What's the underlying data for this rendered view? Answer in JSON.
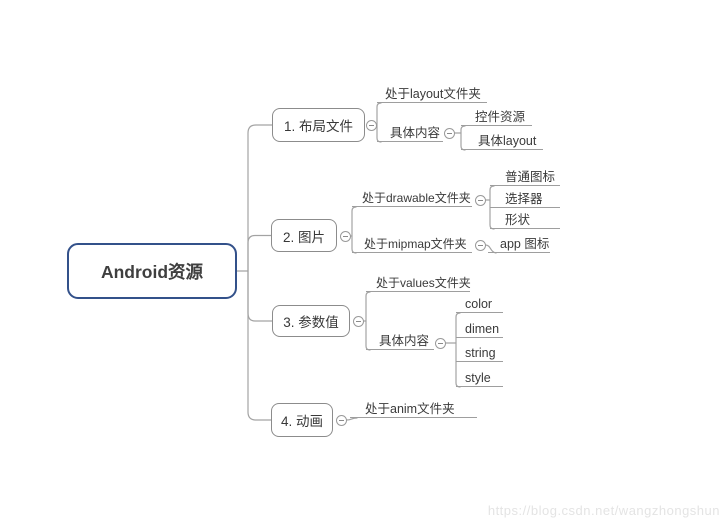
{
  "root": {
    "label": "Android资源"
  },
  "branches": [
    {
      "label": "1. 布局文件",
      "children": [
        {
          "label": "处于layout文件夹"
        },
        {
          "label": "具体内容",
          "children": [
            {
              "label": "控件资源"
            },
            {
              "label": "具体layout"
            }
          ]
        }
      ]
    },
    {
      "label": "2. 图片",
      "children": [
        {
          "label": "处于drawable文件夹",
          "children": [
            {
              "label": "普通图标"
            },
            {
              "label": "选择器"
            },
            {
              "label": "形状"
            }
          ]
        },
        {
          "label": "处于mipmap文件夹",
          "children": [
            {
              "label": "app 图标"
            }
          ]
        }
      ]
    },
    {
      "label": "3. 参数值",
      "children": [
        {
          "label": "处于values文件夹"
        },
        {
          "label": "具体内容",
          "children": [
            {
              "label": "color"
            },
            {
              "label": "dimen"
            },
            {
              "label": "string"
            },
            {
              "label": "style"
            }
          ]
        }
      ]
    },
    {
      "label": "4. 动画",
      "children": [
        {
          "label": "处于anim文件夹"
        }
      ]
    }
  ],
  "watermark": "https://blog.csdn.net/wangzhongshun",
  "colors": {
    "root_border": "#33518a",
    "box_border": "#8c8c8c",
    "connector": "#a3a3a3",
    "text": "#3a3a3a",
    "watermark": "#e4e4e4"
  }
}
